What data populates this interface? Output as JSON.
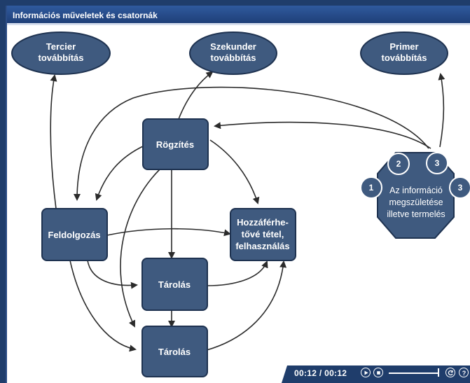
{
  "window": {
    "title": "Információs műveletek és csatornák"
  },
  "nodes": {
    "tercier": {
      "line1": "Tercier",
      "line2": "továbbítás"
    },
    "szekunder": {
      "line1": "Szekunder",
      "line2": "továbbítás"
    },
    "primer": {
      "line1": "Primer",
      "line2": "továbbítás"
    },
    "rogzites": {
      "label": "Rögzítés"
    },
    "feldolgozas": {
      "label": "Feldolgozás"
    },
    "hozzaferhetove": {
      "line1": "Hozzáférhe-",
      "line2": "tővé tétel,",
      "line3": "felhasználás"
    },
    "tarolas1": {
      "label": "Tárolás"
    },
    "tarolas2": {
      "label": "Tárolás"
    },
    "source": {
      "line1": "Az információ",
      "line2": "megszületése",
      "line3": "illetve termelés"
    },
    "badges": [
      "1",
      "2",
      "3",
      "3"
    ]
  },
  "player": {
    "time": "00:12  /  00:12"
  },
  "colors": {
    "node_fill": "#3f5a7f",
    "node_stroke": "#1e3250",
    "titlebar": "#2a4f8f",
    "arrow": "#2b2b2b"
  },
  "icons": [
    "play-icon",
    "stop-icon",
    "replay-icon",
    "help-icon"
  ]
}
